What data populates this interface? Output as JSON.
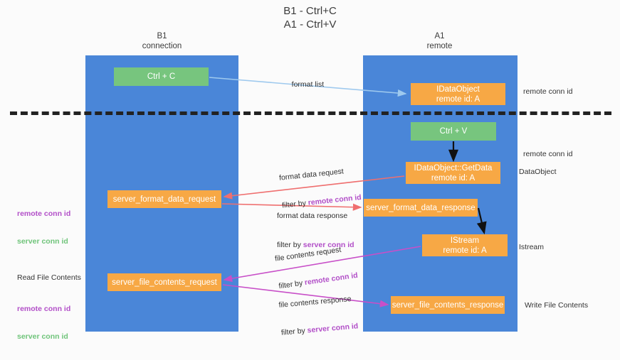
{
  "title": {
    "line1": "B1 - Ctrl+C",
    "line2": "A1 - Ctrl+V"
  },
  "columns": {
    "left": {
      "name": "B1",
      "role": "connection"
    },
    "right": {
      "name": "A1",
      "role": "remote"
    }
  },
  "boxes": {
    "ctrl_c": {
      "line1": "Ctrl + C",
      "color": "#77c57e"
    },
    "idataobject": {
      "line1": "IDataObject",
      "line2": "remote id: A",
      "color": "#f7a845"
    },
    "ctrl_v": {
      "line1": "Ctrl + V",
      "color": "#77c57e"
    },
    "getdata": {
      "line1": "IDataObject::GetData",
      "line2": "remote id: A",
      "color": "#f7a845"
    },
    "server_format_data_request": {
      "line1": "server_format_data_request",
      "color": "#f7a845"
    },
    "server_format_data_response": {
      "line1": "server_format_data_response",
      "color": "#f7a845"
    },
    "istream": {
      "line1": "IStream",
      "line2": "remote id: A",
      "color": "#f7a845"
    },
    "server_file_contents_request": {
      "line1": "server_file_contents_request",
      "color": "#f7a845"
    },
    "server_file_contents_response": {
      "line1": "server_file_contents_response",
      "color": "#f7a845"
    }
  },
  "edges": {
    "format_list": {
      "label": "format list"
    },
    "format_data_request": {
      "label": "format data request",
      "filter_prefix": "filter by ",
      "filter_key": "remote conn id"
    },
    "format_data_response": {
      "label": "format data response",
      "filter_prefix": "filter by ",
      "filter_key": "server conn id"
    },
    "file_contents_request": {
      "label": "file contents request",
      "filter_prefix": "filter by ",
      "filter_key": "remote conn id"
    },
    "file_contents_response": {
      "label": "file contents response",
      "filter_prefix": "filter by ",
      "filter_key": "server conn id"
    }
  },
  "annotations": {
    "right_remote_conn_id_top": "remote conn id",
    "right_remote_conn_id_mid": "remote conn id",
    "right_dataobject": "DataObject",
    "right_istream": "Istream",
    "right_write_file_contents": "Write File Contents",
    "left_conn_ids_mid": {
      "remote": "remote conn id",
      "server": "server conn id"
    },
    "left_read_file_contents": "Read File Contents",
    "left_conn_ids_bottom": {
      "remote": "remote conn id",
      "server": "server conn id"
    }
  },
  "colors": {
    "lane": "#4a86d8",
    "box_orange": "#f7a845",
    "box_green": "#77c57e",
    "highlight_purple": "#b24fc8",
    "highlight_green": "#6fc47a",
    "arrow_blue": "#bcd8f2",
    "arrow_red": "#ef6f6f",
    "arrow_magenta": "#c84fc8",
    "arrow_black": "#111111",
    "divider": "#222222",
    "background": "#fbfbfb"
  }
}
